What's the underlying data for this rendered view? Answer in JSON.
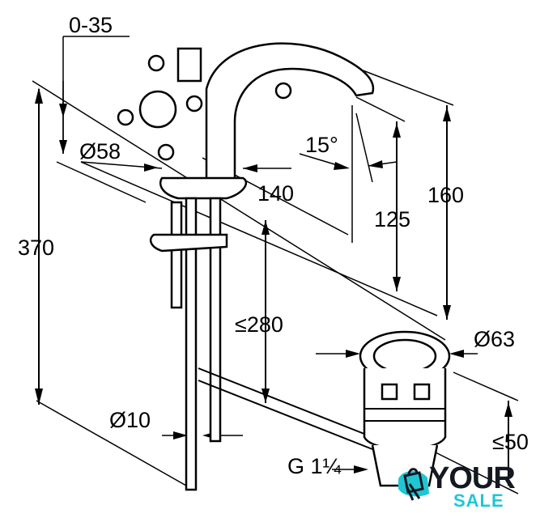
{
  "drawing": {
    "dimensions": {
      "offset_range": "0-35",
      "rosette_diameter": "Ø58",
      "spout_reach": "140",
      "spout_angle": "15°",
      "spout_height": "125",
      "total_spout_height": "160",
      "total_height": "370",
      "max_deck_thickness": "≤280",
      "waste_diameter": "Ø63",
      "pipe_diameter": "Ø10",
      "waste_height": "≤50",
      "thread": "G 1¼"
    }
  },
  "logo": {
    "line1": "YOUR",
    "line2": "SALE",
    "accent": "#1fc6d4",
    "dark": "#141821"
  }
}
